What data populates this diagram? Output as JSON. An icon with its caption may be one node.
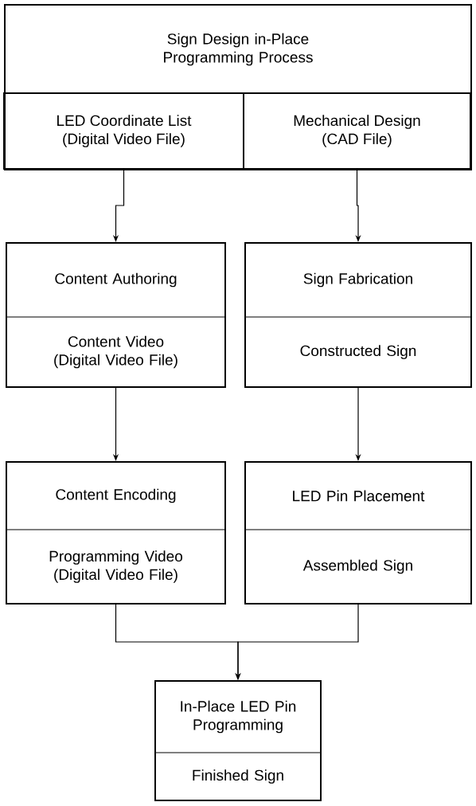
{
  "diagram": {
    "nodes": [
      {
        "text": [
          "Sign Design in-Place Programming Process"
        ]
      },
      {
        "text": [
          "LED Coordinate List (Digital Video File)"
        ],
        "in": 0
      },
      {
        "text": [
          "Mechanical Design (CAD File)"
        ],
        "in": 0
      },
      {
        "text": [
          "Content Authoring",
          "Content Video (Digital Video File)"
        ]
      },
      {
        "text": [
          "Sign Fabrication",
          "Constructed Sign"
        ]
      },
      {
        "text": [
          "Content Encoding",
          "Programming Video (Digital Video File)"
        ]
      },
      {
        "text": [
          "LED Pin Placement",
          "Assembled Sign"
        ]
      },
      {
        "text": [
          "In-Place LED Pin Programming",
          "Finished Sign"
        ]
      }
    ],
    "edges": [
      {
        "from": 1,
        "to": 3,
        "arrow": "to"
      },
      {
        "from": 2,
        "to": 4,
        "arrow": "to"
      },
      {
        "from": 3,
        "to": 5,
        "arrow": "to"
      },
      {
        "from": 4,
        "to": 6,
        "arrow": "to"
      },
      {
        "from": 5,
        "to": 7,
        "arrow": "to"
      },
      {
        "from": 6,
        "to": 7,
        "arrow": "to"
      }
    ]
  }
}
